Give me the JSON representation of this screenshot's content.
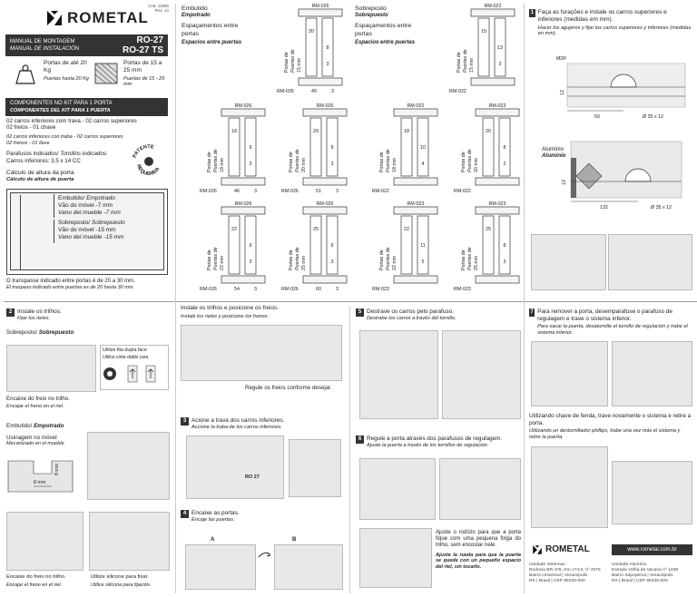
{
  "header": {
    "code": "Cód. 11856",
    "rev": "Rev. 14",
    "brand": "ROMETAL",
    "manual_pt": "MANUAL DE MONTAGEM",
    "manual_es": "MANUAL DE INSTALACIÓN",
    "model1": "RO-27",
    "model2": "RO-27 TS"
  },
  "specs": {
    "weight_pt": "Portas de até 20 Kg",
    "weight_es": "Puertas hasta 20 Kg",
    "thick_pt": "Portas de 15 a 25 mm",
    "thick_es": "Puertas de 15 - 25 mm"
  },
  "components": {
    "bar_pt": "COMPONENTES NO KIT PARA 1 PORTA",
    "bar_es": "COMPONENTES DEL KIT PARA 1 PUERTA",
    "line1": "02 carros inferiores com trava - 02 carros superiores",
    "line2": "02 freios - 01 chave",
    "line3_es": "02 carros inferiores con traba - 02 carros superiores",
    "line4_es": "02 frenos - 01 llave",
    "screws_title": "Parafusos indicados/",
    "screws_title_es": "Tornillos indicados:",
    "screws": "Carros inferiores: 3,5 x 14 CC",
    "patent1": "PATENTE",
    "patent2": "REQUERIDA",
    "calc_pt": "Cálculo de altura da porta",
    "calc_es": "Cálculo de altura de puerta"
  },
  "calc": {
    "embutido": "Embutido/",
    "embutido_es": "Empotrado",
    "emb_v": "Vão do móvel -7 mm",
    "emb_v_es": "Vano del mueble -7 mm",
    "sobre": "Sobreposto/",
    "sobre_es": "Sobrepuesto",
    "sob_v": "Vão do móvel -15 mm",
    "sob_v_es": "Vano del mueble -15 mm",
    "transp_pt": "O transpasse indicado entre portas é de 20 a 30 mm.",
    "transp_es": "El traspaso indicado entre puertas es de 20 hasta 30 mm."
  },
  "sections": {
    "embutido": "Embutido",
    "embutido_es": "Empotrado",
    "sobreposto": "Sobreposto",
    "sobreposto_es": "Sobrepuesto",
    "esp_pt": "Espaçamentos entre portas",
    "esp_es": "Espacios entre puertas"
  },
  "profiles": [
    {
      "code": "RM-026",
      "label": "Portas de",
      "label2": "Puertas de",
      "mm": "15 mm",
      "dims": [
        "40",
        "3"
      ],
      "inner": [
        "20",
        "8",
        "3"
      ]
    },
    {
      "code": "RM-022",
      "label": "Portas de",
      "label2": "Puertas de",
      "mm": "15 mm",
      "dims": [],
      "inner": [
        "15",
        "13",
        "3"
      ]
    },
    {
      "code": "RM-026",
      "label": "Portas de",
      "label2": "Puertas de",
      "mm": "18 mm",
      "dims": [
        "46",
        "3"
      ],
      "inner": [
        "18",
        "9",
        "3"
      ]
    },
    {
      "code": "RM-026",
      "label": "Portas de",
      "label2": "Puertas de",
      "mm": "20 mm",
      "dims": [
        "51",
        "3"
      ],
      "inner": [
        "20",
        "9",
        "3"
      ]
    },
    {
      "code": "RM-022",
      "label": "Portas de",
      "label2": "Puertas de",
      "mm": "18 mm",
      "dims": [],
      "inner": [
        "18",
        "10",
        "4"
      ]
    },
    {
      "code": "RM-022",
      "label": "Portas de",
      "label2": "Puertas de",
      "mm": "20 mm",
      "dims": [],
      "inner": [
        "20",
        "8",
        "2"
      ]
    },
    {
      "code": "RM-026",
      "label": "Portas de",
      "label2": "Puertas de",
      "mm": "22 mm",
      "dims": [
        "54",
        "3"
      ],
      "inner": [
        "22",
        "9",
        "3"
      ]
    },
    {
      "code": "RM-026",
      "label": "Portas de",
      "label2": "Puertas de",
      "mm": "25 mm",
      "dims": [
        "60",
        "3"
      ],
      "inner": [
        "25",
        "9",
        "3"
      ]
    },
    {
      "code": "RM-023",
      "label": "Portas de",
      "label2": "Puertas de",
      "mm": "22 mm",
      "dims": [],
      "inner": [
        "22",
        "11",
        "5"
      ]
    },
    {
      "code": "RM-023",
      "label": "Portas de",
      "label2": "Puertas de",
      "mm": "25 mm",
      "dims": [],
      "inner": [
        "25",
        "8",
        "3"
      ]
    }
  ],
  "step1": {
    "num": "1",
    "text": "Faça as furações e instale os carros superiores e inferiores (medidas em mm).",
    "text_es": "Hacer los agujeros y fijar los carros superiores y inferiores (medidas en mm).",
    "mdf": "MDF",
    "d50": "50",
    "d12a": "12",
    "dia1": "Ø 35 x 12",
    "aluminio": "Alumínio",
    "aluminio_es": "Aluminio",
    "d132": "132",
    "d12b": "12",
    "dia2": "Ø 35 x 12"
  },
  "step2": {
    "num": "2",
    "text": "Instale os trilhos.",
    "text_es": "Fijar los rieles.",
    "sob": "Sobreposto/",
    "sob_es": "Sobrepuesto",
    "tape": "Utilize fita dupla face",
    "tape_es": "Utilice cinta doble cara",
    "brake": "Encaixe do freio no trilho.",
    "brake_es": "Encajar el freno en el riel.",
    "emb": "Embutido/",
    "emb_es": "Empotrado",
    "mach": "Usinagem no móvel",
    "mach_es": "Mecanizado en el mueble",
    "d8a": "8 mm",
    "d8b": "8 mm",
    "brake2": "Encaixe do freio no trilho.",
    "brake2_es": "Encajar el freno en el riel.",
    "silicone": "Utilize silicone para fixar.",
    "silicone_es": "Utilice silicona para fijación."
  },
  "step_rails": {
    "text": "Instale os trilhos e posicione os freios.",
    "text_es": "Instale los rieles y posicione los frenos.",
    "note": "Regule os freios conforme desejar."
  },
  "step3": {
    "num": "3",
    "text": "Acione a trava dos carros inferiores.",
    "text_es": "Accione la traba de los carros inferiores.",
    "ro": "RO 27"
  },
  "step4": {
    "num": "4",
    "text": "Encaixe as portas.",
    "text_es": "Encaje las puertas.",
    "a": "A",
    "b": "B"
  },
  "step5": {
    "num": "5",
    "text": "Destrave os carros pelo parafuso.",
    "text_es": "Destrabe los carros a través del tornillo."
  },
  "step6": {
    "num": "6",
    "text": "Regule a porta através dos parafusos de regulagem.",
    "text_es": "Ajuste la puerta a través de los tornillos de regulación.",
    "adj": "Ajuste o rodízio para que a porta fique com uma pequena folga do trilho, sem encostar nele.",
    "adj_es": "Ajuste la rueda para que la puerta se quede con un pequeño espacio del riel, sin tocarlo."
  },
  "step7": {
    "num": "7",
    "text": "Para remover a porta, desemparafuse o parafuso de regulagem e trave o sistema inferior.",
    "text_es": "Para sacar la puerta, desatornille el tornillo de regulación y trabe el sistema inferior.",
    "text2": "Utilizando chave de fenda, trave novamente o sistema e retire a porta.",
    "text2_es": "Utilizando un destornillador phillips, trabe una vez más el sistema y retire la puerta."
  },
  "footer": {
    "brand": "ROMETAL",
    "url": "www.rometal.com.br",
    "u1_title": "Unidade Sistemas",
    "u1_l1": "Rodovia BR 476, Km 174,5, nº 4075",
    "u1_l2": "Bairro Universal | Veranópolis",
    "u1_l3": "RS | Brasil | CEP 95330-000",
    "u2_title": "Unidade Alumínio",
    "u2_l1": "Estrada Velha da Vacaria nº 1339",
    "u2_l2": "Bairro Sapopema | Veranópolis",
    "u2_l3": "RS | Brasil | CEP 95330-000"
  },
  "colors": {
    "bar": "#333333",
    "accent_red": "#c0392b"
  }
}
